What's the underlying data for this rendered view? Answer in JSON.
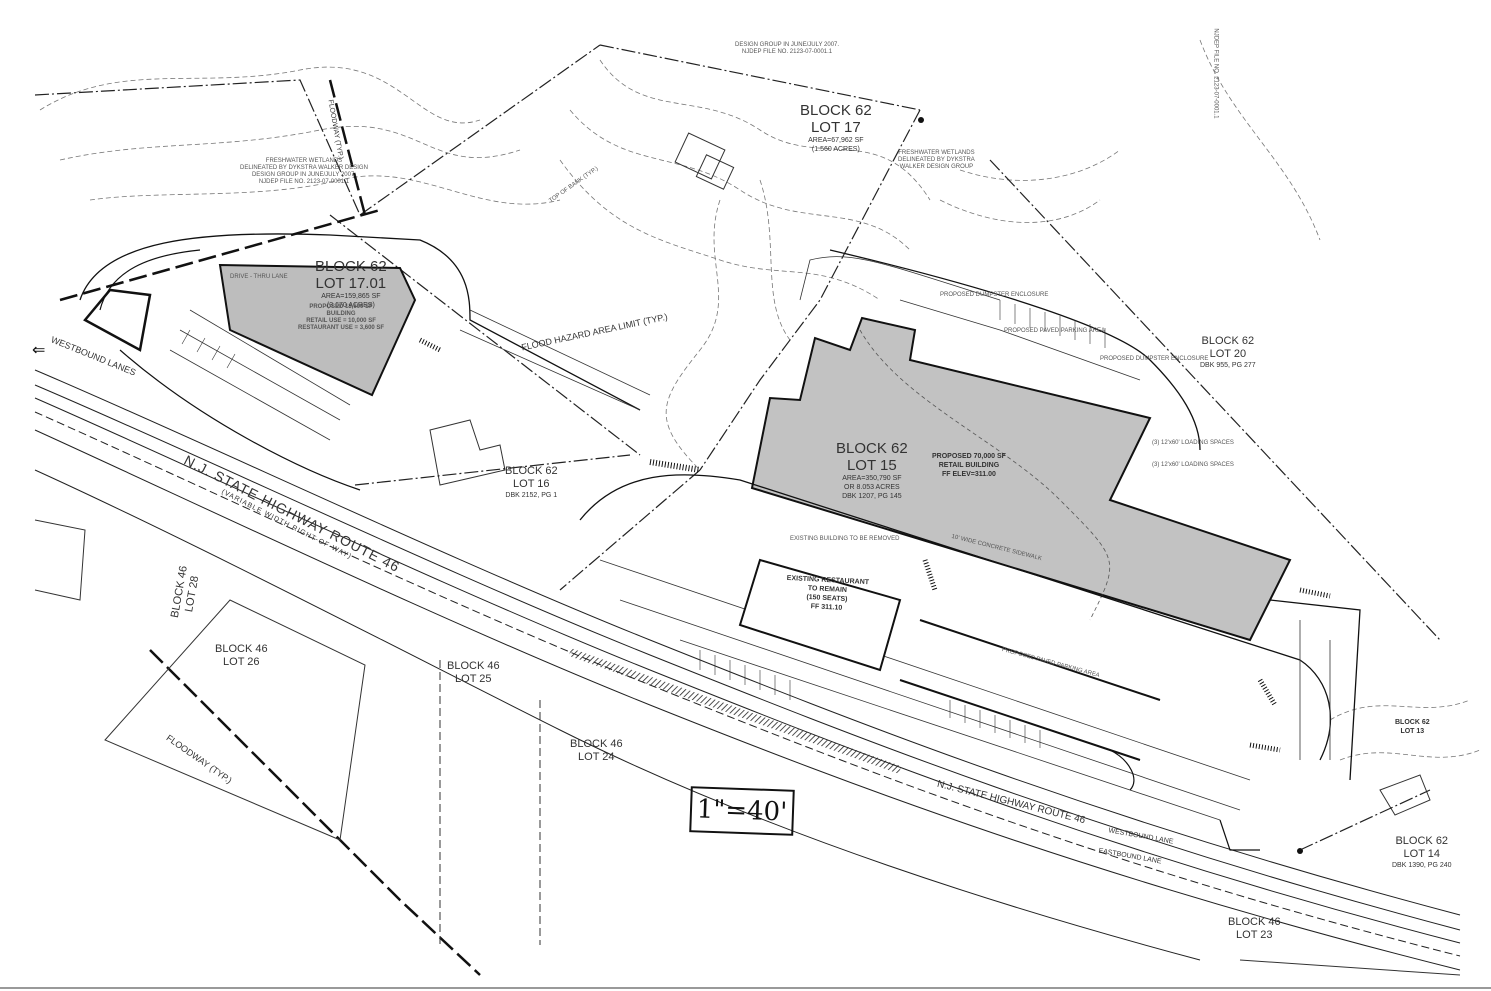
{
  "scale_note": "1\"=40'",
  "corner_note": "NJDEP FILE NO. 2123-07-0001.1",
  "lots": {
    "b62_l17": {
      "block": "BLOCK 62",
      "lot": "LOT 17",
      "area": "AREA=67,962 SF",
      "acres": "(1.560 ACRES)"
    },
    "b62_l18": {
      "block": "BLOCK 62",
      "lot": "LOT 17.01",
      "area": "AREA=159,865 SF",
      "acres": "(3.670 ACRES)"
    },
    "b62_l15": {
      "block": "BLOCK 62",
      "lot": "LOT 15",
      "area": "AREA=350,790 SF",
      "acres": "OR 8.053 ACRES",
      "deed": "DBK 1207, PG 145"
    },
    "b62_l16": {
      "block": "BLOCK 62",
      "lot": "LOT 16",
      "deed": "DBK 2152, PG 1"
    },
    "b62_l20": {
      "block": "BLOCK 62",
      "lot": "LOT 20",
      "deed": "DBK 955, PG 277"
    },
    "b62_l14": {
      "block": "BLOCK 62",
      "lot": "LOT 14",
      "deed": "DBK 1390, PG 240"
    },
    "b62_l13": {
      "block": "BLOCK 62",
      "lot": "LOT 13"
    },
    "b46_l26": {
      "block": "BLOCK 46",
      "lot": "LOT 26"
    },
    "b46_l25": {
      "block": "BLOCK 46",
      "lot": "LOT 25"
    },
    "b46_l24": {
      "block": "BLOCK 46",
      "lot": "LOT 24"
    },
    "b46_l23": {
      "block": "BLOCK 46",
      "lot": "LOT 23"
    },
    "b46_l28": {
      "block": "BLOCK 46",
      "lot": "LOT 28"
    }
  },
  "buildings": {
    "retail_main": {
      "line1": "PROPOSED 70,000 SF",
      "line2": "RETAIL BUILDING",
      "line3": "FF ELEV=311.00"
    },
    "retail_small": {
      "line1": "PROPOSED 13,600 SF",
      "line2": "BUILDING",
      "line3": "RETAIL USE = 10,000 SF",
      "line4": "RESTAURANT USE = 3,600 SF"
    },
    "restaurant": {
      "line1": "EXISTING RESTAURANT",
      "line2": "TO REMAIN",
      "line3": "(150 SEATS)",
      "line4": "FF 311.10"
    }
  },
  "highway": {
    "north": "N.J. STATE HIGHWAY ROUTE 46",
    "north_sub": "(VARIABLE WIDTH RIGHT-OF-WAY)",
    "south": "N.J. STATE HIGHWAY ROUTE 46",
    "westbound_lanes": "WESTBOUND LANES",
    "westbound_lane": "WESTBOUND LANE",
    "eastbound_lane": "EASTBOUND LANE"
  },
  "annotations": {
    "floodway_1": "FLOODWAY (TYP.)",
    "floodway_2": "FLOODWAY (TYP.)",
    "flood_hazard": "FLOOD HAZARD AREA LIMIT (TYP.)",
    "top_of_bank": "TOP OF BANK (TYP.)",
    "wetlands_1_a": "FRESHWATER WETLANDS",
    "wetlands_1_b": "DELINEATED BY DYKSTRA WALKER DESIGN",
    "wetlands_1_c": "DESIGN GROUP IN JUNE/JULY 2007.",
    "wetlands_1_d": "NJDEP FILE NO. 2123-07-0001.1",
    "wetlands_2_a": "FRESHWATER WETLANDS",
    "wetlands_2_b": "DELINEATED BY DYKSTRA",
    "wetlands_2_c": "WALKER DESIGN GROUP",
    "top_group_a": "DESIGN GROUP IN JUNE/JULY 2007.",
    "top_group_b": "NJDEP FILE NO. 2123-07-0001.1",
    "dumpster_1": "PROPOSED DUMPSTER ENCLOSURE",
    "dumpster_2": "PROPOSED DUMPSTER ENCLOSURE",
    "paved_1": "PROPOSED PAVED PARKING AREA",
    "paved_2": "PROPOSED PAVED PARKING AREA",
    "loading_1": "(3) 12'x60' LOADING SPACES",
    "loading_2": "(3) 12'x60' LOADING SPACES",
    "sidewalk": "10' WIDE CONCRETE SIDEWALK",
    "drive": "DRIVE - THRU LANE",
    "remove_bldg": "EXISTING BUILDING TO BE REMOVED"
  }
}
